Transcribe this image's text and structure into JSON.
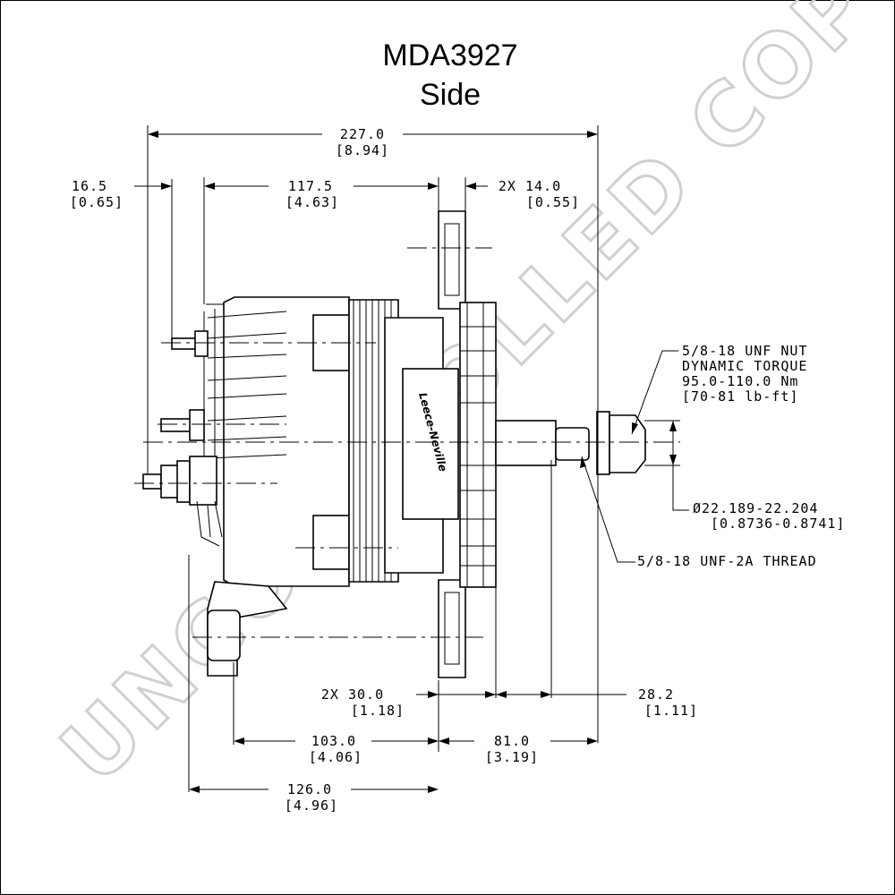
{
  "title": "MDA3927",
  "subtitle": "Side",
  "watermark": "UNCONTROLLED COPY",
  "brand_label": "Leece-Neville",
  "dimensions": {
    "overall": {
      "mm": "227.0",
      "in": "[8.94]"
    },
    "left_offset": {
      "mm": "16.5",
      "in": "[0.65]"
    },
    "body": {
      "mm": "117.5",
      "in": "[4.63]"
    },
    "ear_width": {
      "mm": "2X 14.0",
      "in": "[0.55]"
    },
    "nut_note": {
      "line1": "5/8-18 UNF NUT",
      "line2": "DYNAMIC TORQUE",
      "line3": "95.0-110.0 Nm",
      "line4": "[70-81 lb-ft]"
    },
    "shaft_dia": {
      "mm": "Ø22.189-22.204",
      "in": "[0.8736-0.8741]"
    },
    "thread": {
      "label": "5/8-18 UNF-2A THREAD"
    },
    "ear_spacing": {
      "mm": "2X 30.0",
      "in": "[1.18]"
    },
    "shaft_len": {
      "mm": "28.2",
      "in": "[1.11]"
    },
    "mount_a": {
      "mm": "103.0",
      "in": "[4.06]"
    },
    "mount_b": {
      "mm": "81.0",
      "in": "[3.19]"
    },
    "mount_c": {
      "mm": "126.0",
      "in": "[4.96]"
    }
  }
}
